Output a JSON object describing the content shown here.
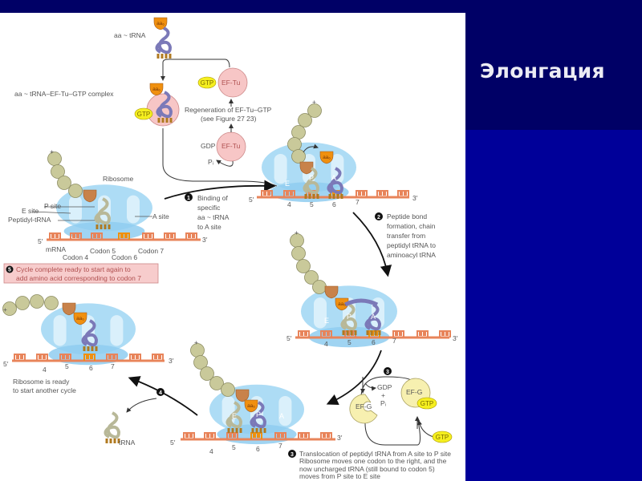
{
  "slide": {
    "title": "Элонгация",
    "colors": {
      "background": "#000066",
      "lower_band": "#000099",
      "panel": "#ffffff",
      "title_text": "#ececf4"
    }
  },
  "diagram": {
    "colors": {
      "ribosome": "#9fd6f3",
      "mrna": "#e8845a",
      "peptide": "#c9c99a",
      "aa_new": "#f0900f",
      "aa_old": "#c8824a",
      "trna_charged": "#7b79b8",
      "trna_peptidyl": "#b8b898",
      "ef_tu": "#f7c6c6",
      "ef_g": "#f7f0b0",
      "gtp": "#f5ef20",
      "step_box": "#f7cccc"
    },
    "top": {
      "aa_trna": "aa ~ tRNA",
      "complex": "aa ~ tRNA–EF-Tu–GTP complex",
      "gtp": "GTP",
      "ef_tu": "EF-Tu",
      "regeneration_1": "Regeneration of EF-Tu–GTP",
      "regeneration_2": "(see Figure 27 23)",
      "gdp": "GDP",
      "pi": "Pᵢ",
      "aa": "aa₆"
    },
    "labels": {
      "ribosome": "Ribosome",
      "p_site": "P site",
      "e_site": "E site",
      "peptidyl_trna": "Peptidyl-tRNA",
      "a_site": "A site",
      "mrna": "mRNA",
      "codon4": "Codon 4",
      "codon5": "Codon 5",
      "codon6": "Codon 6",
      "codon7": "Codon 7",
      "five_prime": "5′",
      "three_prime": "3′",
      "plus": "+",
      "site_e": "E",
      "site_p": "P",
      "site_a": "A",
      "n4": "4",
      "n5": "5",
      "n6": "6",
      "n7": "7"
    },
    "steps": [
      {
        "number": "1",
        "lines": [
          "Binding of",
          "specific",
          "aa ~ tRNA",
          "to A site"
        ]
      },
      {
        "number": "2",
        "lines": [
          "Peptide bond",
          "formation, chain",
          "transfer from",
          "peptidyl tRNA to",
          "aminoacyl tRNA"
        ]
      },
      {
        "number": "3",
        "lines": [
          "Translocation of peptidyl tRNA from A site to P site",
          "Ribosome moves one codon to the right, and the",
          "now uncharged tRNA (still bound to codon 5)",
          "moves from P site to E site"
        ]
      },
      {
        "number": "4",
        "lines": []
      },
      {
        "number": "5",
        "lines": [
          "Cycle complete  ready to start again to",
          "add amino acid corresponding to codon 7"
        ]
      }
    ],
    "ef_g_cycle": {
      "ef_g": "EF-G",
      "gtp": "GTP",
      "gdp": "GDP",
      "plus": "+",
      "pi": "Pᵢ"
    },
    "released_trna": "tRNA",
    "ready": [
      "Ribosome is ready",
      "to start another cycle"
    ]
  }
}
